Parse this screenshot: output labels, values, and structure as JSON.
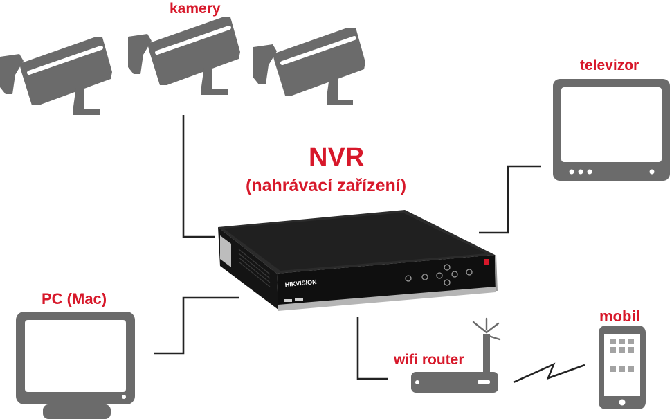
{
  "labels": {
    "cameras": "kamery",
    "tv": "televizor",
    "nvr_title": "NVR",
    "nvr_subtitle": "(nahrávací zařízení)",
    "pc": "PC (Mac)",
    "mobile": "mobil",
    "router": "wifi router"
  },
  "device_brand": "HIKVISION",
  "colors": {
    "label": "#d7182a",
    "device_gray": "#6b6b6b",
    "line": "#222222",
    "nvr_body": "#1d1d1d"
  },
  "icons": [
    "camera-icon",
    "tv-icon",
    "monitor-icon",
    "router-icon",
    "phone-icon",
    "nvr-device"
  ]
}
